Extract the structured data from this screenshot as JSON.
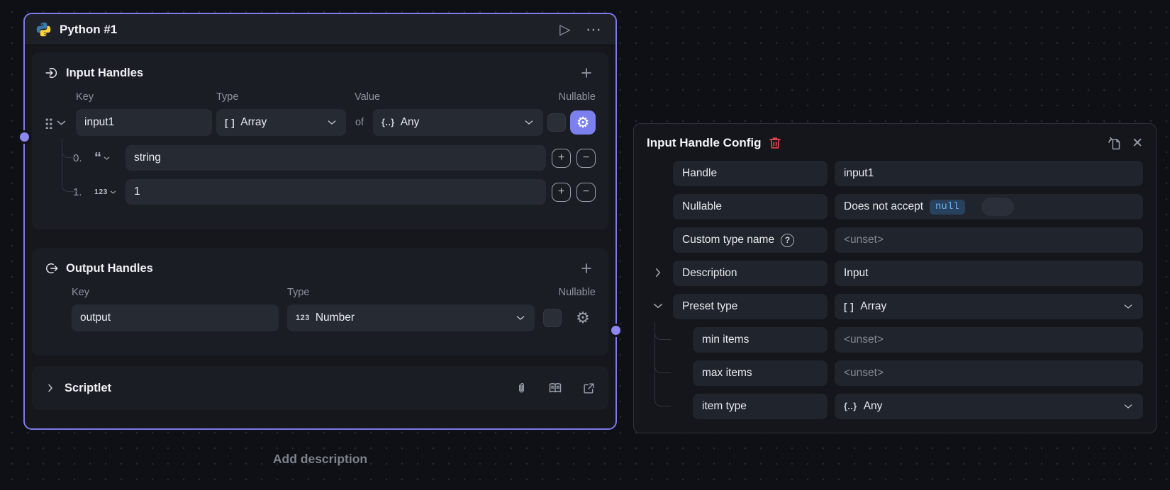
{
  "node": {
    "title": "Python #1",
    "input_handles": {
      "title": "Input Handles",
      "add_label": "+",
      "columns": [
        "Key",
        "Type",
        "Value",
        "Nullable"
      ],
      "handle": {
        "key": "input1",
        "type_glyph": "[ ]",
        "type": "Array",
        "of": "of",
        "item_type_glyph": "{..}",
        "item_type": "Any"
      },
      "items": [
        {
          "index": "0.",
          "kind": "string",
          "kind_glyph": "“",
          "value": "string"
        },
        {
          "index": "1.",
          "kind": "number",
          "kind_glyph": "123",
          "value": "1"
        }
      ],
      "item_buttons": {
        "add": "+",
        "remove": "−"
      }
    },
    "output_handles": {
      "title": "Output Handles",
      "add_label": "+",
      "columns": [
        "Key",
        "Type",
        "Nullable"
      ],
      "handle": {
        "key": "output",
        "type_glyph": "123",
        "type": "Number"
      }
    },
    "scriptlet": {
      "title": "Scriptlet"
    }
  },
  "canvas": {
    "add_description": "Add description"
  },
  "config": {
    "title": "Input Handle Config",
    "rows": {
      "handle": {
        "label": "Handle",
        "value": "input1"
      },
      "nullable": {
        "label": "Nullable",
        "value_text": "Does not accept",
        "value_code": "null",
        "toggle_state": "off"
      },
      "custom_type": {
        "label": "Custom type name",
        "help": "?",
        "value": "<unset>"
      },
      "description": {
        "label": "Description",
        "value": "Input"
      },
      "preset_type": {
        "label": "Preset type",
        "glyph": "[ ]",
        "value": "Array"
      },
      "min_items": {
        "label": "min items",
        "value": "<unset>"
      },
      "max_items": {
        "label": "max items",
        "value": "<unset>"
      },
      "item_type": {
        "label": "item type",
        "glyph": "{..}",
        "value": "Any"
      }
    }
  },
  "icons": {
    "play": "▷",
    "more": "⋯",
    "gear": "⚙",
    "close": "✕"
  },
  "colors": {
    "accent_border": "#7e7bea",
    "accent_button": "#7b80ee",
    "danger": "#e5484d",
    "null_text": "#6fb1f5",
    "null_bg": "#28415c",
    "canvas_bg": "#0e1015",
    "node_bg": "#15171d",
    "section_bg": "#1a1d24",
    "field_bg": "#262b33"
  }
}
